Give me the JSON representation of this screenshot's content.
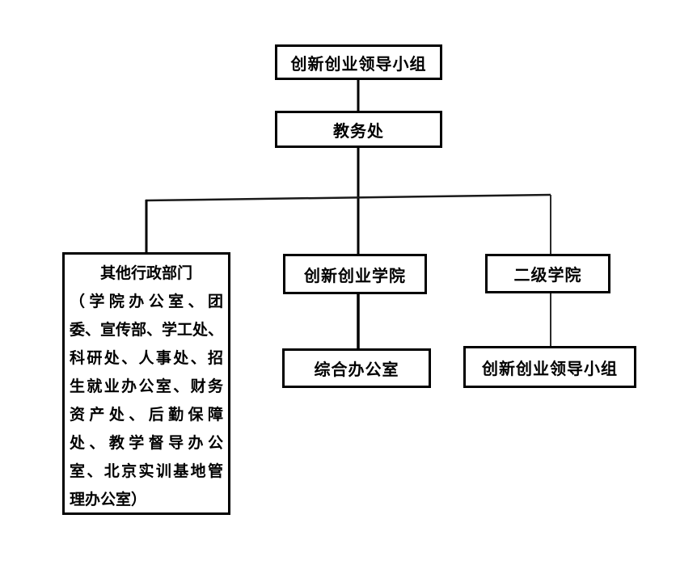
{
  "diagram": {
    "background_color": "#ffffff",
    "line_color": "#000000",
    "text_color": "#000000",
    "nodes": {
      "leading_group_top": {
        "label": "创新创业领导小组"
      },
      "academic_affairs": {
        "label": "教务处"
      },
      "other_departments": {
        "lines": [
          "其他行政部门",
          "（学院办公室、团",
          "委、宣传部、学工处、",
          "科研处、人事处、招",
          "生就业办公室、财务",
          "资产处、后勤保障",
          "处、教学督导办公",
          "室、北京实训基地管",
          "理办公室）"
        ]
      },
      "innovation_college": {
        "label": "创新创业学院"
      },
      "general_office": {
        "label": "综合办公室"
      },
      "secondary_colleges": {
        "label": "二级学院"
      },
      "leading_group_secondary": {
        "label": "创新创业领导小组"
      }
    }
  }
}
